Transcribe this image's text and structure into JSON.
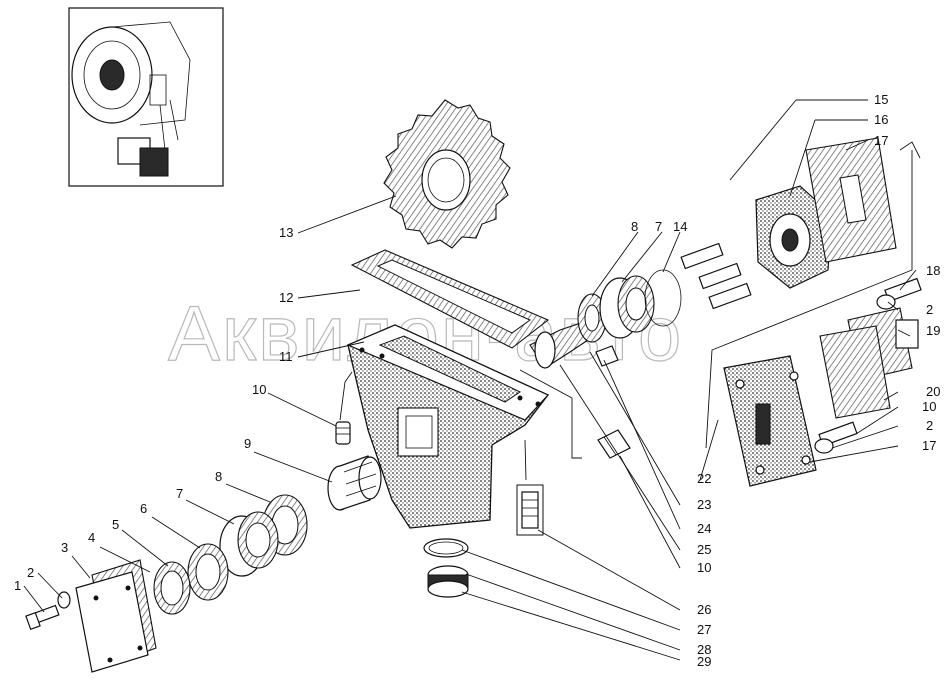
{
  "watermark_text": "Аквилон-авто",
  "callouts": {
    "c1": "1",
    "c2a": "2",
    "c3": "3",
    "c4": "4",
    "c5": "5",
    "c6": "6",
    "c7a": "7",
    "c8a": "8",
    "c9": "9",
    "c10a": "10",
    "c11": "11",
    "c12": "12",
    "c13": "13",
    "c8b": "8",
    "c7b": "7",
    "c14": "14",
    "c15": "15",
    "c16": "16",
    "c17a": "17",
    "c18": "18",
    "c2b": "2",
    "c19": "19",
    "c20": "20",
    "c10b": "10",
    "c2c": "2",
    "c17b": "17",
    "c22": "22",
    "c23": "23",
    "c24": "24",
    "c25": "25",
    "c10c": "10",
    "c26": "26",
    "c27": "27",
    "c28": "28",
    "c29": "29"
  }
}
